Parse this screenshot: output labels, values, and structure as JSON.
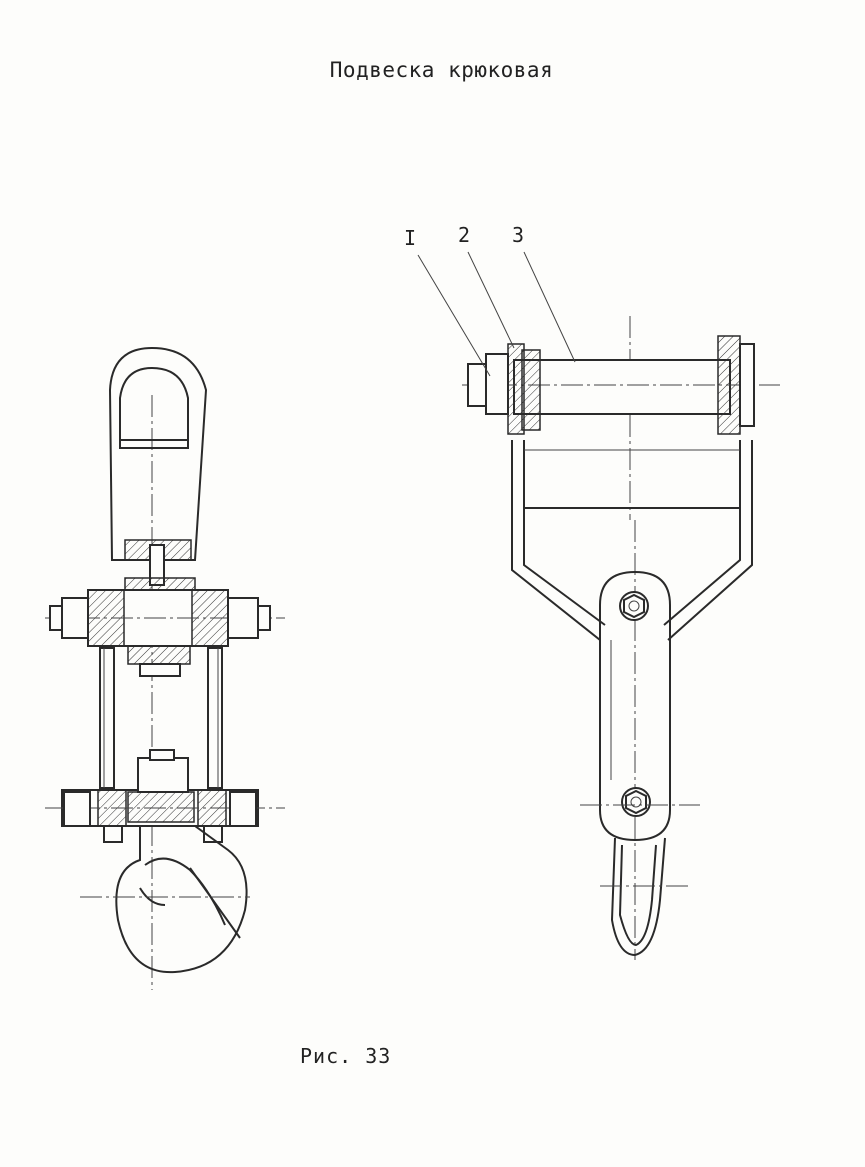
{
  "page": {
    "title": "Подвеска крюковая",
    "caption": "Рис. 33"
  },
  "callouts": {
    "item1": "I",
    "item2": "2",
    "item3": "3"
  }
}
